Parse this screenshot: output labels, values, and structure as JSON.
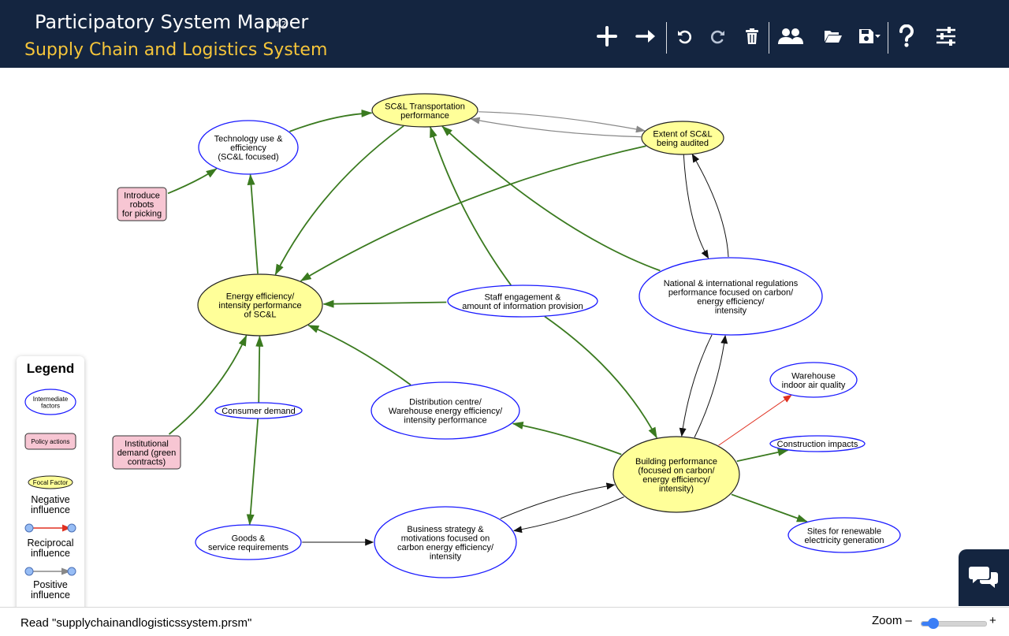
{
  "header": {
    "app_title": "Participatory System Mapper",
    "version": "1.4.2",
    "map_title": "Supply Chain and Logistics System",
    "toolbar": [
      {
        "id": "add-node",
        "icon": "plus-icon"
      },
      {
        "id": "add-link",
        "icon": "arrow-right-icon"
      },
      {
        "id": "undo",
        "icon": "undo-icon"
      },
      {
        "id": "redo",
        "icon": "redo-icon"
      },
      {
        "id": "delete",
        "icon": "trash-icon"
      },
      {
        "id": "share",
        "icon": "users-icon"
      },
      {
        "id": "open",
        "icon": "folder-open-icon"
      },
      {
        "id": "save",
        "icon": "save-dropdown-icon"
      },
      {
        "id": "help",
        "icon": "question-icon"
      },
      {
        "id": "settings",
        "icon": "sliders-icon"
      }
    ]
  },
  "colors": {
    "header_bg": "#142540",
    "map_title": "#f5c53a",
    "focal_fill": "#ffff99",
    "intermediate_border": "#1a1aff",
    "policy_fill": "#f7c6d3",
    "positive_edge": "#3a7a1f",
    "negative_edge": "#e03020",
    "reciprocal_edge": "#888888"
  },
  "map": {
    "nodes": [
      {
        "id": "transport",
        "type": "focal",
        "lines": [
          "SC&L Transportation",
          "performance"
        ],
        "bold": true
      },
      {
        "id": "tech",
        "type": "intermediate",
        "lines": [
          "Technology use &",
          "efficiency",
          "(SC&L focused)"
        ]
      },
      {
        "id": "audited",
        "type": "focal",
        "lines": [
          "Extent of SC&L",
          "being audited"
        ]
      },
      {
        "id": "robots",
        "type": "policy",
        "lines": [
          "Introduce",
          "robots",
          "for picking"
        ]
      },
      {
        "id": "energy",
        "type": "focal",
        "lines": [
          "Energy efficiency/",
          "intensity performance",
          "of SC&L"
        ]
      },
      {
        "id": "staff",
        "type": "intermediate",
        "lines": [
          "Staff engagement &",
          "amount of information provision"
        ]
      },
      {
        "id": "regs",
        "type": "intermediate",
        "lines": [
          "National & international regulations",
          "performance focused on carbon/",
          "energy efficiency/",
          "intensity"
        ]
      },
      {
        "id": "warehouse_air",
        "type": "intermediate",
        "lines": [
          "Warehouse",
          "indoor air quality"
        ]
      },
      {
        "id": "institutional",
        "type": "policy",
        "lines": [
          "Institutional",
          "demand (green",
          "contracts)"
        ]
      },
      {
        "id": "consumer",
        "type": "intermediate",
        "lines": [
          "Consumer demand"
        ]
      },
      {
        "id": "distribution",
        "type": "intermediate",
        "lines": [
          "Distribution centre/",
          "Warehouse energy efficiency/",
          "intensity performance"
        ]
      },
      {
        "id": "construction",
        "type": "intermediate",
        "lines": [
          "Construction impacts"
        ]
      },
      {
        "id": "building",
        "type": "focal",
        "lines": [
          "Building performance",
          "(focused on carbon/",
          "energy efficiency/",
          "intensity)"
        ]
      },
      {
        "id": "goods",
        "type": "intermediate",
        "lines": [
          "Goods &",
          "service requirements"
        ]
      },
      {
        "id": "business",
        "type": "intermediate",
        "lines": [
          "Business strategy &",
          "motivations focused on",
          "carbon energy efficiency/",
          "intensity"
        ]
      },
      {
        "id": "renewable",
        "type": "intermediate",
        "lines": [
          "Sites for renewable",
          "electricity generation"
        ]
      }
    ],
    "edges": [
      {
        "from": "tech",
        "to": "transport",
        "kind": "positive"
      },
      {
        "from": "robots",
        "to": "tech",
        "kind": "positive"
      },
      {
        "from": "energy",
        "to": "tech",
        "kind": "positive"
      },
      {
        "from": "transport",
        "to": "energy",
        "kind": "positive"
      },
      {
        "from": "staff",
        "to": "transport",
        "kind": "positive"
      },
      {
        "from": "regs",
        "to": "transport",
        "kind": "positive"
      },
      {
        "from": "audited",
        "to": "transport",
        "kind": "reciprocal"
      },
      {
        "from": "transport",
        "to": "audited",
        "kind": "reciprocal"
      },
      {
        "from": "audited",
        "to": "energy",
        "kind": "positive"
      },
      {
        "from": "regs",
        "to": "audited",
        "kind": "plain"
      },
      {
        "from": "audited",
        "to": "regs",
        "kind": "plain"
      },
      {
        "from": "staff",
        "to": "energy",
        "kind": "positive"
      },
      {
        "from": "staff",
        "to": "building",
        "kind": "positive"
      },
      {
        "from": "distribution",
        "to": "energy",
        "kind": "positive"
      },
      {
        "from": "institutional",
        "to": "energy",
        "kind": "positive"
      },
      {
        "from": "consumer",
        "to": "energy",
        "kind": "positive"
      },
      {
        "from": "consumer",
        "to": "goods",
        "kind": "positive"
      },
      {
        "from": "goods",
        "to": "business",
        "kind": "plain"
      },
      {
        "from": "business",
        "to": "building",
        "kind": "plain"
      },
      {
        "from": "building",
        "to": "business",
        "kind": "plain"
      },
      {
        "from": "building",
        "to": "distribution",
        "kind": "positive"
      },
      {
        "from": "regs",
        "to": "building",
        "kind": "plain"
      },
      {
        "from": "building",
        "to": "regs",
        "kind": "plain"
      },
      {
        "from": "building",
        "to": "warehouse_air",
        "kind": "negative"
      },
      {
        "from": "building",
        "to": "construction",
        "kind": "positive"
      },
      {
        "from": "building",
        "to": "renewable",
        "kind": "positive"
      }
    ]
  },
  "legend": {
    "title": "Legend",
    "node_items": [
      {
        "type": "intermediate",
        "label": "Intermediate factors",
        "lines": [
          "Intermediate",
          "factors"
        ]
      },
      {
        "type": "policy",
        "label": "Policy actions",
        "lines": [
          "Policy actions"
        ]
      },
      {
        "type": "focal",
        "label": "Focal Factor",
        "lines": [
          "Focal Factor"
        ]
      }
    ],
    "edge_items": [
      {
        "kind": "negative",
        "lines": [
          "Negative",
          "influence"
        ]
      },
      {
        "kind": "reciprocal",
        "lines": [
          "Reciprocal",
          "influence"
        ]
      },
      {
        "kind": "positive",
        "lines": [
          "Positive",
          "influence"
        ]
      }
    ]
  },
  "chat": {
    "icon": "chat-bubbles-icon"
  },
  "status": {
    "message": "Read \"supplychainandlogisticssystem.prsm\"",
    "zoom_label": "Zoom –",
    "zoom_plus": "+",
    "zoom_level": 0.18
  }
}
